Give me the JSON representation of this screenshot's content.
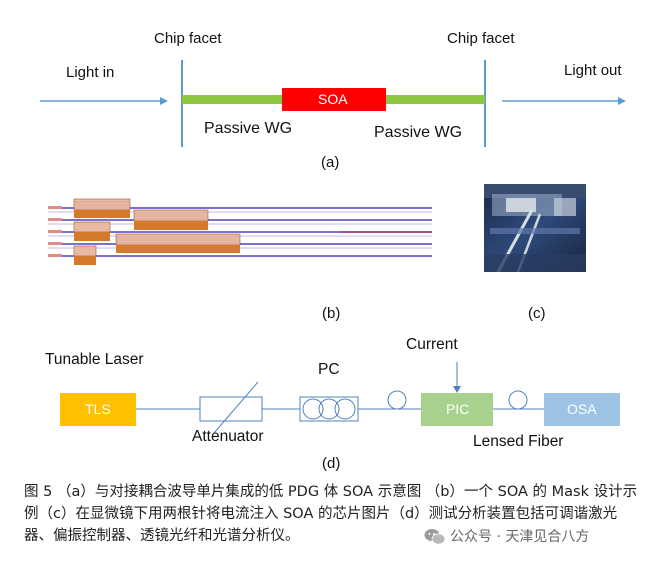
{
  "panel_a": {
    "chip_facet_left": "Chip facet",
    "chip_facet_right": "Chip facet",
    "light_in": "Light in",
    "light_out": "Light out",
    "soa_label": "SOA",
    "passive_wg_left": "Passive WG",
    "passive_wg_right": "Passive WG",
    "caption": "(a)",
    "colors": {
      "waveguide": "#8dc63f",
      "soa": "#ff0000",
      "arrow": "#5b9bd5",
      "facet": "#4a90c8"
    }
  },
  "panel_b": {
    "caption": "(b)"
  },
  "panel_c": {
    "caption": "(c)"
  },
  "panel_d": {
    "tunable_laser": "Tunable Laser",
    "tls_label": "TLS",
    "attenuator": "Attenuator",
    "pc": "PC",
    "current": "Current",
    "pic_label": "PIC",
    "lensed_fiber": "Lensed Fiber",
    "osa_label": "OSA",
    "caption": "(d)",
    "colors": {
      "tls": "#ffc000",
      "pic": "#a9d18e",
      "osa": "#9dc3e6",
      "line": "#4f81bd"
    }
  },
  "figure_caption": "图 5 （a）与对接耦合波导单片集成的低 PDG 体 SOA 示意图 （b）一个 SOA 的 Mask 设计示例（c）在显微镜下用两根针将电流注入 SOA 的芯片图片（d）测试分析装置包括可调谐激光器、偏振控制器、透镜光纤和光谱分析仪。",
  "watermark": "公众号 · 天津见合八方"
}
